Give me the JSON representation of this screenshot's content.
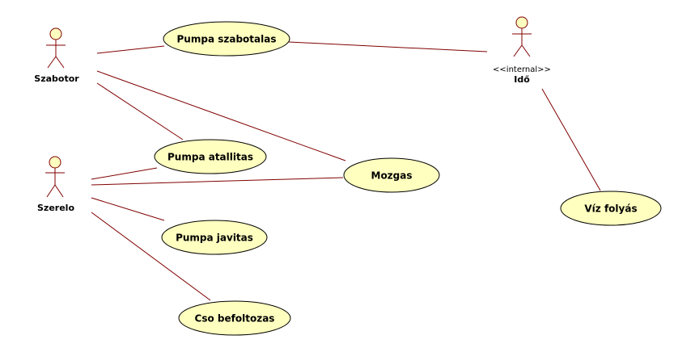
{
  "diagram": {
    "actors": [
      {
        "id": "szabotor",
        "name": "Szabotor",
        "stereotype": ""
      },
      {
        "id": "szerelo",
        "name": "Szerelo",
        "stereotype": ""
      },
      {
        "id": "ido",
        "name": "Idő",
        "stereotype": "<<internal>>"
      }
    ],
    "use_cases": [
      {
        "id": "pumpa-szabotalas",
        "label": "Pumpa szabotalas"
      },
      {
        "id": "pumpa-atallitas",
        "label": "Pumpa atallitas"
      },
      {
        "id": "mozgas",
        "label": "Mozgas"
      },
      {
        "id": "pumpa-javitas",
        "label": "Pumpa javitas"
      },
      {
        "id": "cso-befoltozas",
        "label": "Cso befoltozas"
      },
      {
        "id": "viz-folyas",
        "label": "Víz folyás"
      }
    ],
    "associations": [
      {
        "from": "szabotor",
        "to": "pumpa-szabotalas"
      },
      {
        "from": "szabotor",
        "to": "pumpa-atallitas"
      },
      {
        "from": "szabotor",
        "to": "mozgas"
      },
      {
        "from": "szerelo",
        "to": "pumpa-atallitas"
      },
      {
        "from": "szerelo",
        "to": "mozgas"
      },
      {
        "from": "szerelo",
        "to": "pumpa-javitas"
      },
      {
        "from": "szerelo",
        "to": "cso-befoltozas"
      },
      {
        "from": "ido",
        "to": "pumpa-szabotalas"
      },
      {
        "from": "ido",
        "to": "viz-folyas"
      }
    ]
  }
}
